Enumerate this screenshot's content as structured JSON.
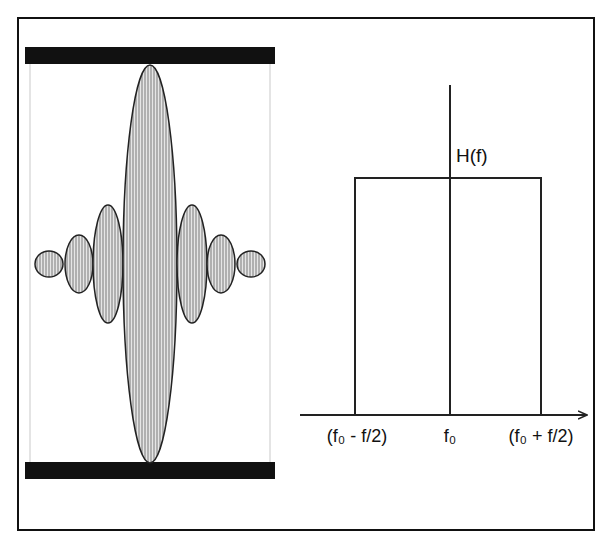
{
  "diagram": {
    "labels": [
      "H(f)",
      "(f₀ - f/2)",
      "f₀",
      "(f₀ + f/2)"
    ]
  }
}
